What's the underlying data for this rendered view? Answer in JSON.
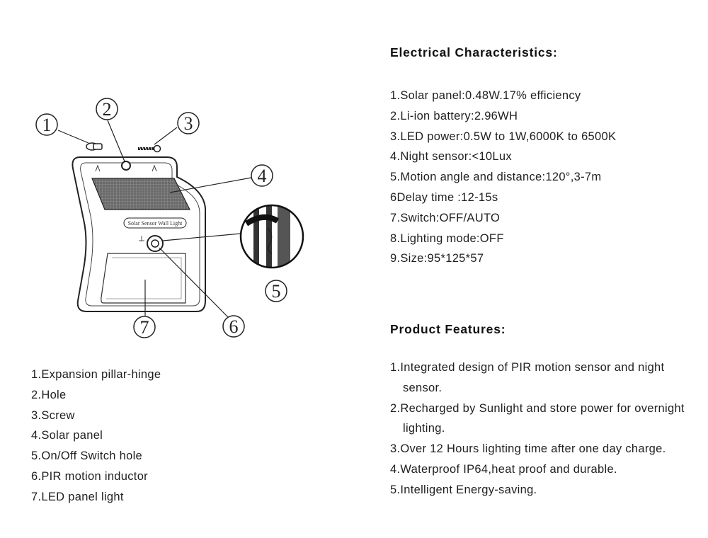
{
  "diagram": {
    "callouts": [
      "1",
      "2",
      "3",
      "4",
      "5",
      "6",
      "7"
    ],
    "device_label": "Solar Sensor Wall Light"
  },
  "legend": {
    "items": [
      "1.Expansion  pillar-hinge",
      "2.Hole",
      "3.Screw",
      "4.Solar panel",
      "5.On/Off Switch hole",
      "6.PIR motion inductor",
      "7.LED panel light"
    ]
  },
  "electrical": {
    "title": "Electrical Characteristics:",
    "items": [
      "1.Solar panel:0.48W.17% efficiency",
      "2.Li-ion battery:2.96WH",
      "3.LED power:0.5W to 1W,6000K to 6500K",
      "4.Night sensor:<10Lux",
      "5.Motion angle and distance:120°,3-7m",
      "6Delay time :12-15s",
      "7.Switch:OFF/AUTO",
      "8.Lighting mode:OFF",
      "9.Size:95*125*57"
    ]
  },
  "features": {
    "title": "Product Features:",
    "items": [
      "1.Integrated design of PIR motion sensor and night sensor.",
      "2.Recharged by Sunlight and store power for overnight lighting.",
      "3.Over 12 Hours lighting time after one day charge.",
      "4.Waterproof IP64,heat proof and durable.",
      "5.Intelligent Energy-saving."
    ]
  }
}
